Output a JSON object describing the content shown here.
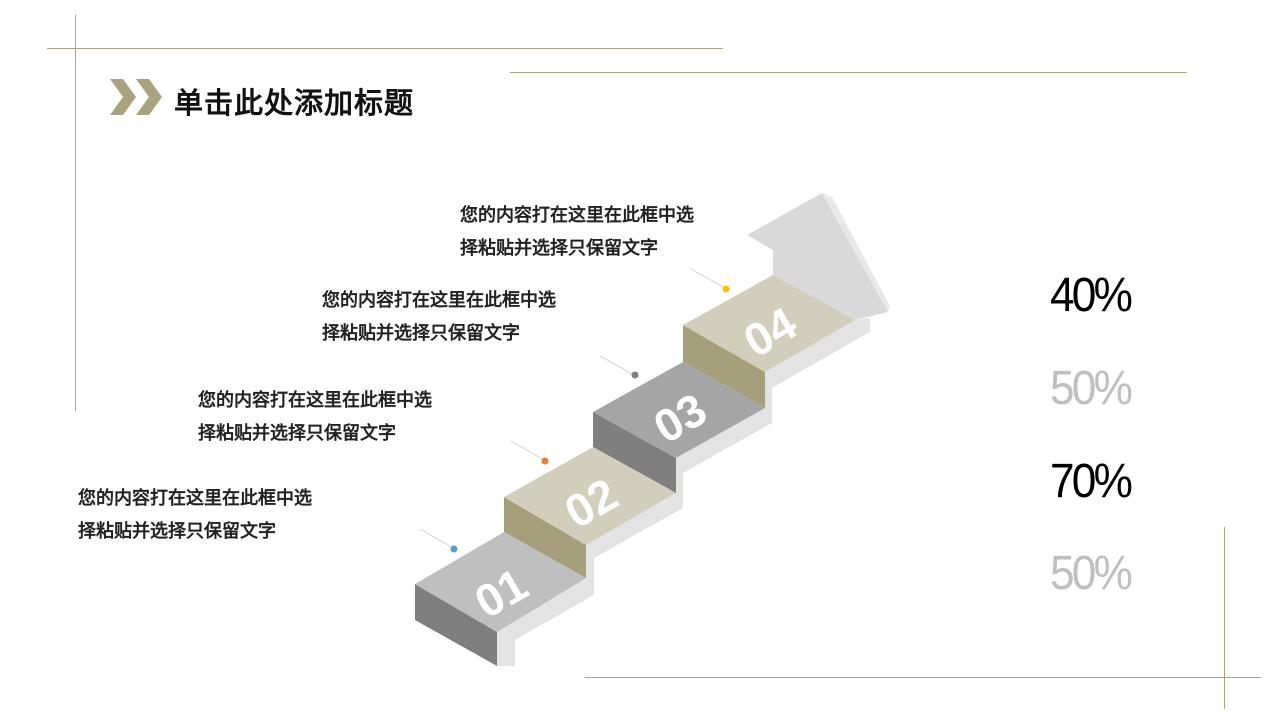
{
  "slide": {
    "title": "单击此处添加标题",
    "items": [
      {
        "number": "01",
        "text_line1": "您的内容打在这里在此框中选",
        "text_line2": "择粘贴并选择只保留文字",
        "dot_color": "#5b9bd5"
      },
      {
        "number": "02",
        "text_line1": "您的内容打在这里在此框中选",
        "text_line2": "择粘贴并选择只保留文字",
        "dot_color": "#ed7d31"
      },
      {
        "number": "03",
        "text_line1": "您的内容打在这里在此框中选",
        "text_line2": "择粘贴并选择只保留文字",
        "dot_color": "#7f7f7f"
      },
      {
        "number": "04",
        "text_line1": "您的内容打在这里在此框中选",
        "text_line2": "择粘贴并选择只保留文字",
        "dot_color": "#ffc000"
      }
    ],
    "percentages": [
      {
        "value": "40%",
        "color": "#000000"
      },
      {
        "value": "50%",
        "color": "#bfbfbf"
      },
      {
        "value": "70%",
        "color": "#000000"
      },
      {
        "value": "50%",
        "color": "#bfbfbf"
      }
    ],
    "colors": {
      "accent": "#a8a27f",
      "olive_light": "#d1cfbb",
      "olive_dark": "#a59f7b",
      "gray_light": "#bfbfbf",
      "gray_mid": "#a5a5a5",
      "gray_dark": "#7f7f7f"
    }
  }
}
